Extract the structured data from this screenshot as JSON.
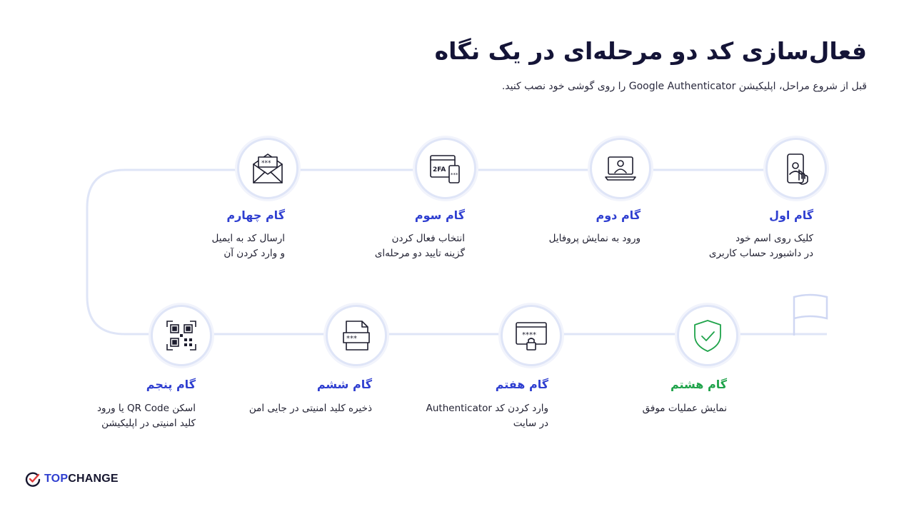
{
  "header": {
    "title": "فعال‌سازی کد دو مرحله‌ای در یک نگاه",
    "subtitle": "قبل از شروع مراحل، اپلیکیشن Google Authenticator را روی گوشی خود نصب کنید."
  },
  "colors": {
    "accent": "#2f3fd0",
    "success": "#1fa34a",
    "track": "#dfe5f7"
  },
  "steps": [
    {
      "title": "گام اول",
      "desc1": "کلیک روی اسم خود",
      "desc2": "در داشبورد حساب کاربری",
      "icon": "phone-touch-icon"
    },
    {
      "title": "گام دوم",
      "desc1": "ورود به نمایش پروفایل",
      "desc2": "",
      "icon": "laptop-profile-icon"
    },
    {
      "title": "گام سوم",
      "desc1": "انتخاب فعال کردن",
      "desc2": "گزینه تایید دو مرحله‌ای",
      "icon": "twofa-devices-icon",
      "icon_text": "2FA"
    },
    {
      "title": "گام چهارم",
      "desc1": "ارسال کد به ایمیل",
      "desc2": "و وارد کردن آن",
      "icon": "envelope-code-icon"
    },
    {
      "title": "گام پنجم",
      "desc1": "اسکن QR Code یا ورود",
      "desc2": "کلید امنیتی در اپلیکیشن",
      "icon": "qr-code-icon"
    },
    {
      "title": "گام ششم",
      "desc1": "ذخیره کلید امنیتی در جایی امن",
      "desc2": "",
      "icon": "secure-file-icon"
    },
    {
      "title": "گام هفتم",
      "desc1": "وارد کردن کد Authenticator",
      "desc2": "در سایت",
      "icon": "browser-lock-icon"
    },
    {
      "title": "گام هشتم",
      "desc1": "نمایش عملیات موفق",
      "desc2": "",
      "icon": "shield-check-icon"
    }
  ],
  "brand": {
    "part1": "TOP",
    "part2": "CHANGE"
  }
}
